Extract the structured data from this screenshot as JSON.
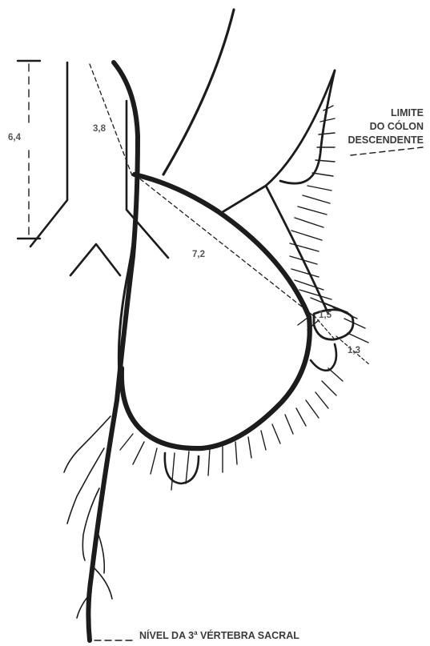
{
  "labels": {
    "limite_line1": "LIMITE",
    "limite_line2": "DO CÓLON",
    "limite_line3": "DESCENDENTE",
    "nivel_prefix": "NÍVEL DA 3",
    "nivel_sup": "a",
    "nivel_suffix": " VÉRTEBRA SACRAL"
  },
  "measurements": {
    "m_6_4": "6,4",
    "m_3_8": "3,8",
    "m_7_2": "7,2",
    "m_1_5": "1,5",
    "m_1_3": "1,3"
  },
  "colors": {
    "stroke": "#1c1c1c",
    "text": "#3a3a3a",
    "dim_text": "#555555"
  }
}
